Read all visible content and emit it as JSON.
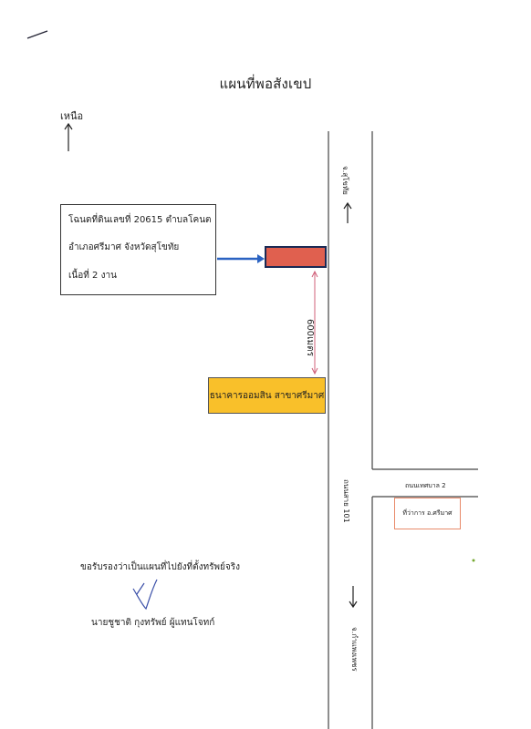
{
  "title": "แผนที่พอสังเขป",
  "north_label": "เหนือ",
  "info_box": {
    "line1": "โฉนดที่ดินเลขที่ 20615 ตำบลโคนต",
    "line2": "อำเภอศรีมาศ จังหวัดสุโขทัย",
    "line3": "เนื้อที่ 2 งาน"
  },
  "distance_label": "600เมตร",
  "bank": {
    "label": "ธนาคารออมสิน สาขาศรีมาศ",
    "color": "#f9c02a"
  },
  "parcel": {
    "color": "#e0604f",
    "border": "#1a2a55"
  },
  "road_labels": {
    "north_direction": "จ.สุโขทัย",
    "highway": "ถนนสาย 101",
    "south_direction": "จ.กำแพงเพชร",
    "side_road": "ถนนเทศบาล 2"
  },
  "district_office": {
    "label": "ที่ว่าการ อ.ศรีมาศ",
    "border": "#e88a6a"
  },
  "certification": "ขอรับรองว่าเป็นแผนที่ไปยังที่ตั้งทรัพย์จริง",
  "signer": "นายชูชาติ กุงทรัพย์ ผู้แทนโจทก์",
  "colors": {
    "arrow": "#2b63c2",
    "distance_marker": "#d0607a",
    "signature": "#3a4fa8",
    "road_line": "#444444"
  }
}
